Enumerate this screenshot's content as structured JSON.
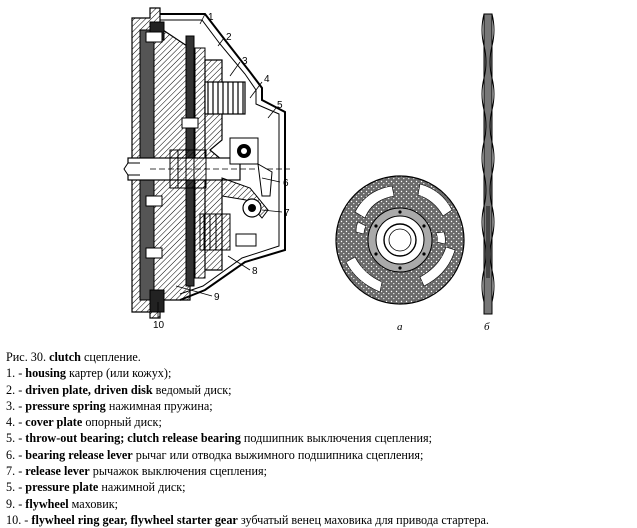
{
  "figure": {
    "callouts": [
      "1",
      "2",
      "3",
      "4",
      "5",
      "6",
      "7",
      "8",
      "9",
      "10"
    ],
    "subfigure_labels": [
      "а",
      "б"
    ]
  },
  "caption": {
    "title": {
      "prefix": "Рис. 30. ",
      "term": "clutch",
      "translation": " сцепление."
    },
    "items": [
      {
        "num": "1. - ",
        "terms": [
          {
            "t": "housing",
            "b": true
          },
          {
            "t": " картер (или кожух);",
            "b": false
          }
        ]
      },
      {
        "num": "2. - ",
        "terms": [
          {
            "t": "driven plate, driven disk",
            "b": true
          },
          {
            "t": " ведомый диск;",
            "b": false
          }
        ]
      },
      {
        "num": "3. - ",
        "terms": [
          {
            "t": "pressure spring",
            "b": true
          },
          {
            "t": " нажимная пружина;",
            "b": false
          }
        ]
      },
      {
        "num": "4. - ",
        "terms": [
          {
            "t": "cover plate",
            "b": true
          },
          {
            "t": " опорный диск;",
            "b": false
          }
        ]
      },
      {
        "num": "5. - ",
        "terms": [
          {
            "t": "throw-out bearing;  clutch release bearing",
            "b": true
          },
          {
            "t": " подшипник выключения сцепления;",
            "b": false
          }
        ]
      },
      {
        "num": "6. - ",
        "terms": [
          {
            "t": "bearing release lever",
            "b": true
          },
          {
            "t": " рычаг или отводка выжимного подшипника сцепления;",
            "b": false
          }
        ]
      },
      {
        "num": "7. - ",
        "terms": [
          {
            "t": "release lever",
            "b": true
          },
          {
            "t": " рычажок выключения сцепления;",
            "b": false
          }
        ]
      },
      {
        "num": "5. - ",
        "terms": [
          {
            "t": "pressure plate",
            "b": true
          },
          {
            "t": " нажимной диск;",
            "b": false
          }
        ]
      },
      {
        "num": "9. - ",
        "terms": [
          {
            "t": "flywheel",
            "b": true
          },
          {
            "t": " маховик;",
            "b": false
          }
        ]
      },
      {
        "num": "10. - ",
        "terms": [
          {
            "t": "flywheel ring gear, flywheel starter gear",
            "b": true
          },
          {
            "t": " зубчатый венец маховика для привода стартера.",
            "b": false
          }
        ]
      }
    ]
  }
}
